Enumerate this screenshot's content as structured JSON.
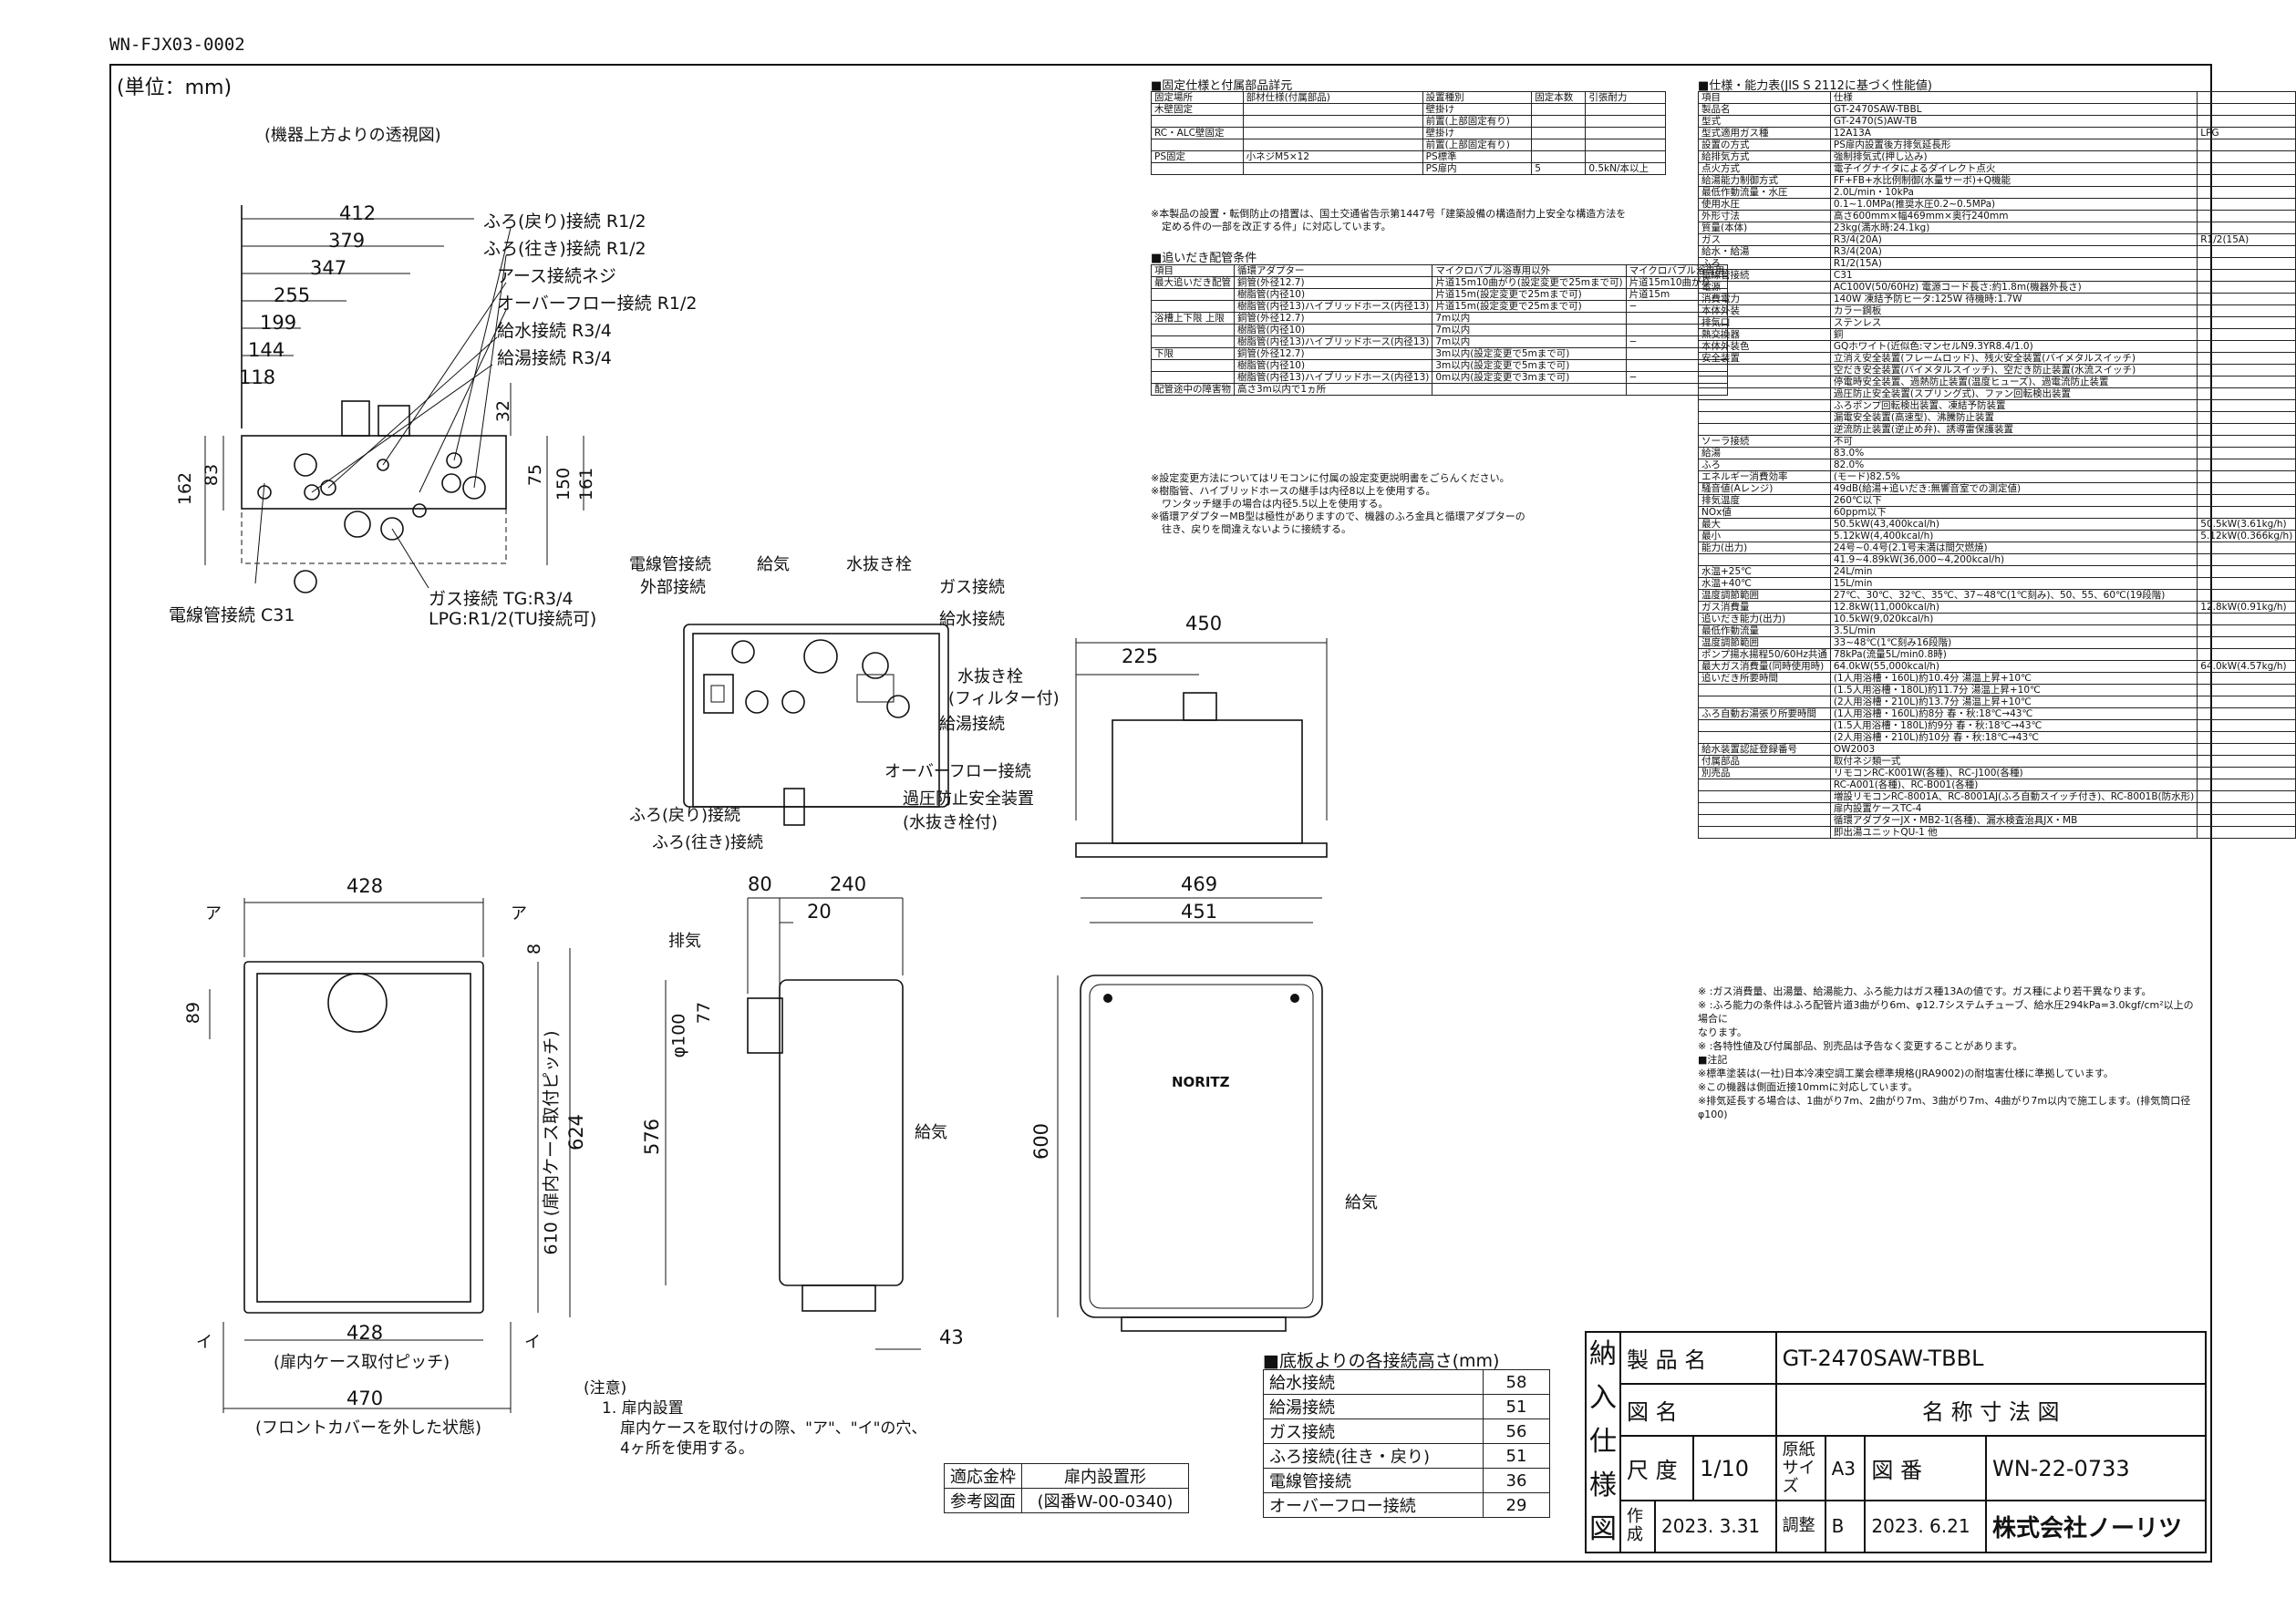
{
  "doc_code": "WN-FJX03-0002",
  "unit": "(単位：mm)",
  "top_view": {
    "caption": "(機器上方よりの透視図)",
    "dims": [
      "412",
      "379",
      "347",
      "255",
      "199",
      "144",
      "118"
    ],
    "labels": [
      "ふろ(戻り)接続 R1/2",
      "ふろ(往き)接続 R1/2",
      "アース接続ネジ",
      "オーバーフロー接続 R1/2",
      "給水接続 R3/4",
      "給湯接続 R3/4"
    ],
    "side_dims": [
      "162",
      "83",
      "32",
      "75",
      "150",
      "161"
    ],
    "bottom_left": "電線管接続 C31",
    "gas_tg": "ガス接続 TG:R3/4",
    "gas_lpg": "LPG:R1/2(TU接続可)"
  },
  "bottom_view": {
    "labels_left": [
      "電線管接続",
      "外部接続",
      "給気",
      "水抜き栓"
    ],
    "labels_right": [
      "ガス接続",
      "給水接続",
      "水抜き栓",
      "(フィルター付)",
      "給湯接続",
      "オーバーフロー接続",
      "過圧防止安全装置",
      "(水抜き栓付)"
    ],
    "labels_bottom": [
      "ふろ(戻り)接続",
      "ふろ(往き)接続"
    ]
  },
  "top_right": {
    "dims": [
      "450",
      "225"
    ]
  },
  "front_case": {
    "dims": [
      "428",
      "89",
      "8",
      "624",
      "610 (扉内ケース取付ピッチ)",
      "428",
      "(扉内ケース取付ピッチ)",
      "470",
      "(フロントカバーを外した状態)"
    ],
    "marks": [
      "ア",
      "ア",
      "イ",
      "イ"
    ]
  },
  "side_view": {
    "dims": [
      "80",
      "240",
      "20",
      "77",
      "φ100",
      "576",
      "43"
    ],
    "labels": [
      "排気",
      "給気"
    ]
  },
  "front_view": {
    "dims": [
      "469",
      "451",
      "600"
    ],
    "labels": [
      "給気"
    ],
    "brand": "NORITZ"
  },
  "notes": {
    "title": "(注意)",
    "lines": [
      "1. 扉内設置",
      "扉内ケースを取付けの際、\"ア\"、\"イ\"の穴、",
      "4ヶ所を使用する。"
    ]
  },
  "applicable": {
    "rows": [
      [
        "適応金枠",
        "扉内設置形"
      ],
      [
        "参考図面",
        "(図番W-00-0340)"
      ]
    ]
  },
  "heights": {
    "title": "■底板よりの各接続高さ(mm)",
    "rows": [
      [
        "給水接続",
        "58"
      ],
      [
        "給湯接続",
        "51"
      ],
      [
        "ガス接続",
        "56"
      ],
      [
        "ふろ接続(往き・戻り)",
        "51"
      ],
      [
        "電線管接続",
        "36"
      ],
      [
        "オーバーフロー接続",
        "29"
      ]
    ]
  },
  "fixing": {
    "title": "■固定仕様と付属部品詳元",
    "header": [
      "固定場所",
      "部材仕様(付属部品)",
      "設置種別",
      "固定本数",
      "引張耐力"
    ],
    "rows": [
      [
        "木壁固定",
        "",
        "壁掛け",
        "",
        ""
      ],
      [
        "",
        "",
        "前置(上部固定有り)",
        "",
        ""
      ],
      [
        "RC・ALC壁固定",
        "",
        "壁掛け",
        "",
        ""
      ],
      [
        "",
        "",
        "前置(上部固定有り)",
        "",
        ""
      ],
      [
        "PS固定",
        "小ネジM5×12",
        "PS標準",
        "",
        ""
      ],
      [
        "",
        "",
        "PS扉内",
        "5",
        "0.5kN/本以上"
      ]
    ],
    "note": [
      "※本製品の設置・転倒防止の措置は、国土交通省告示第1447号「建築設備の構造耐力上安全な構造方法を",
      "定める件の一部を改正する件」に対応しています。"
    ]
  },
  "piping": {
    "title": "■追いだき配管条件",
    "header": [
      "項目",
      "循環アダプター",
      "マイクロバブル浴専用以外",
      "マイクロバブル浴専用"
    ],
    "rows": [
      [
        "最大追いだき配管",
        "銅管(外径12.7)",
        "片道15m10曲がり(設定変更で25mまで可)",
        "片道15m10曲がり"
      ],
      [
        "",
        "樹脂管(内径10)",
        "片道15m(設定変更で25mまで可)",
        "片道15m"
      ],
      [
        "",
        "樹脂管(内径13)ハイブリッドホース(内径13)",
        "片道15m(設定変更で25mまで可)",
        "−"
      ],
      [
        "浴槽上下限 上限",
        "銅管(外径12.7)",
        "7m以内",
        ""
      ],
      [
        "",
        "樹脂管(内径10)",
        "7m以内",
        ""
      ],
      [
        "",
        "樹脂管(内径13)ハイブリッドホース(内径13)",
        "7m以内",
        "−"
      ],
      [
        "下限",
        "銅管(外径12.7)",
        "3m以内(設定変更で5mまで可)",
        ""
      ],
      [
        "",
        "樹脂管(内径10)",
        "3m以内(設定変更で5mまで可)",
        ""
      ],
      [
        "",
        "樹脂管(内径13)ハイブリッドホース(内径13)",
        "0m以内(設定変更で3mまで可)",
        "−"
      ],
      [
        "配管途中の障害物",
        "高さ3m以内で1ヵ所",
        "",
        ""
      ]
    ],
    "notes": [
      "※設定変更方法についてはリモコンに付属の設定変更説明書をごらんください。",
      "※樹脂管、ハイブリッドホースの継手は内径8以上を使用する。",
      "ワンタッチ継手の場合は内径5.5以上を使用する。",
      "※循環アダプターMB型は極性がありますので、機器のふろ金具と循環アダプターの",
      "往き、戻りを間違えないように接続する。"
    ]
  },
  "spec": {
    "title": "■仕様・能力表(JIS S 2112に基づく性能値)",
    "rows": [
      [
        "項目",
        "仕様",
        ""
      ],
      [
        "製品名",
        "GT-2470SAW-TBBL",
        ""
      ],
      [
        "型式",
        "GT-2470(S)AW-TB",
        ""
      ],
      [
        "型式適用ガス種",
        "12A13A",
        "LPG"
      ],
      [
        "設置の方式",
        "PS扉内設置後方排気延長形",
        ""
      ],
      [
        "給排気方式",
        "強制排気式(押し込み)",
        ""
      ],
      [
        "点火方式",
        "電子イグナイタによるダイレクト点火",
        ""
      ],
      [
        "給湯能力制御方式",
        "FF+FB+水比例制御(水量サーボ)+Q機能",
        ""
      ],
      [
        "最低作動流量・水圧",
        "2.0L/min・10kPa",
        ""
      ],
      [
        "使用水圧",
        "0.1~1.0MPa(推奨水圧0.2~0.5MPa)",
        ""
      ],
      [
        "外形寸法",
        "高さ600mm×幅469mm×奥行240mm",
        ""
      ],
      [
        "質量(本体)",
        "23kg(満水時:24.1kg)",
        ""
      ],
      [
        "ガス",
        "R3/4(20A)",
        "R1/2(15A)"
      ],
      [
        "給水・給湯",
        "R3/4(20A)",
        ""
      ],
      [
        "ふろ",
        "R1/2(15A)",
        ""
      ],
      [
        "電線管接続",
        "C31",
        ""
      ],
      [
        "電源",
        "AC100V(50/60Hz) 電源コード長さ:約1.8m(機器外長さ)",
        ""
      ],
      [
        "消費電力",
        "140W 凍結予防ヒータ:125W 待機時:1.7W",
        ""
      ],
      [
        "本体外装",
        "カラー鋼板",
        ""
      ],
      [
        "排気口",
        "ステンレス",
        ""
      ],
      [
        "熱交換器",
        "銅",
        ""
      ],
      [
        "本体外装色",
        "GQホワイト(近似色:マンセルN9.3YR8.4/1.0)",
        ""
      ],
      [
        "安全装置",
        "立消え安全装置(フレームロッド)、残火安全装置(バイメタルスイッチ)",
        ""
      ],
      [
        "",
        "空だき安全装置(バイメタルスイッチ)、空だき防止装置(水流スイッチ)",
        ""
      ],
      [
        "",
        "停電時安全装置、過熱防止装置(温度ヒューズ)、過電流防止装置",
        ""
      ],
      [
        "",
        "過圧防止安全装置(スプリング式)、ファン回転検出装置",
        ""
      ],
      [
        "",
        "ふろポンプ回転検出装置、凍結予防装置",
        ""
      ],
      [
        "",
        "漏電安全装置(高速型)、沸騰防止装置",
        ""
      ],
      [
        "",
        "逆流防止装置(逆止め弁)、誘導雷保護装置",
        ""
      ],
      [
        "ソーラ接続",
        "不可",
        ""
      ],
      [
        "給湯",
        "83.0%",
        ""
      ],
      [
        "ふろ",
        "82.0%",
        ""
      ],
      [
        "エネルギー消費効率",
        "(モード)82.5%",
        ""
      ],
      [
        "騒音値(Aレンジ)",
        "49dB(給湯+追いだき:無響音室での測定値)",
        ""
      ],
      [
        "排気温度",
        "260℃以下",
        ""
      ],
      [
        "NOx値",
        "60ppm以下",
        ""
      ],
      [
        "最大",
        "50.5kW(43,400kcal/h)",
        "50.5kW(3.61kg/h)"
      ],
      [
        "最小",
        "5.12kW(4,400kcal/h)",
        "5.12kW(0.366kg/h)"
      ],
      [
        "能力(出力)",
        "24号~0.4号(2.1号未満は間欠燃焼)",
        ""
      ],
      [
        "",
        "41.9~4.89kW(36,000~4,200kcal/h)",
        ""
      ],
      [
        "水温+25℃",
        "24L/min",
        ""
      ],
      [
        "水温+40℃",
        "15L/min",
        ""
      ],
      [
        "温度調節範囲",
        "27℃、30℃、32℃、35℃、37~48℃(1℃刻み)、50、55、60℃(19段階)",
        ""
      ],
      [
        "ガス消費量",
        "12.8kW(11,000kcal/h)",
        "12.8kW(0.91kg/h)"
      ],
      [
        "追いだき能力(出力)",
        "10.5kW(9,020kcal/h)",
        ""
      ],
      [
        "最低作動流量",
        "3.5L/min",
        ""
      ],
      [
        "温度調節範囲",
        "33~48℃(1℃刻み16段階)",
        ""
      ],
      [
        "ポンプ揚水揚程50/60Hz共通",
        "78kPa(流量5L/min0.8時)",
        ""
      ],
      [
        "最大ガス消費量(同時使用時)",
        "64.0kW(55,000kcal/h)",
        "64.0kW(4.57kg/h)"
      ],
      [
        "追いだき所要時間",
        "(1人用浴槽・160L)約10.4分 湯温上昇+10℃",
        ""
      ],
      [
        "",
        "(1.5人用浴槽・180L)約11.7分 湯温上昇+10℃",
        ""
      ],
      [
        "",
        "(2人用浴槽・210L)約13.7分 湯温上昇+10℃",
        ""
      ],
      [
        "ふろ自動お湯張り所要時間",
        "(1人用浴槽・160L)約8分 春・秋:18℃→43℃",
        ""
      ],
      [
        "",
        "(1.5人用浴槽・180L)約9分 春・秋:18℃→43℃",
        ""
      ],
      [
        "",
        "(2人用浴槽・210L)約10分 春・秋:18℃→43℃",
        ""
      ],
      [
        "給水装置認証登録番号",
        "OW2003",
        ""
      ],
      [
        "付属部品",
        "取付ネジ類一式",
        ""
      ],
      [
        "別売品",
        "リモコンRC-K001W(各種)、RC-J100(各種)",
        ""
      ],
      [
        "",
        "RC-A001(各種)、RC-B001(各種)",
        ""
      ],
      [
        "",
        "増設リモコンRC-8001A、RC-8001AJ(ふろ自動スイッチ付き)、RC-8001B(防水形)",
        ""
      ],
      [
        "",
        "扉内設置ケースTC-4",
        ""
      ],
      [
        "",
        "循環アダプターJX・MB2-1(各種)、漏水検査治具JX・MB",
        ""
      ],
      [
        "",
        "即出湯ユニットQU-1 他",
        ""
      ]
    ],
    "notes": [
      "※ :ガス消費量、出湯量、給湯能力、ふろ能力はガス種13Aの値です。ガス種により若干異なります。",
      "※ :ふろ能力の条件はふろ配管片道3曲がり6m、φ12.7システムチューブ、給水圧294kPa=3.0kgf/cm²以上の場合に",
      "    なります。",
      "※ :各特性値及び付属部品、別売品は予告なく変更することがあります。",
      "■注記",
      "※標準塗装は(一社)日本冷凍空調工業会標準規格(JRA9002)の耐塩害仕様に準拠しています。",
      "※この機器は側面近接10mmに対応しています。",
      "※排気延長する場合は、1曲がり7m、2曲がり7m、3曲がり7m、4曲がり7m以内で施工します。(排気筒口径φ100)"
    ]
  },
  "title_block": {
    "side": [
      "納",
      "入",
      "仕",
      "様",
      "図"
    ],
    "product_label": "製 品 名",
    "product": "GT-2470SAW-TBBL",
    "name_label": "図 名",
    "name": "名 称 寸 法 図",
    "scale_label": "尺 度",
    "scale": "1/10",
    "paper_label": "原紙サイズ",
    "paper": "A3",
    "no_label": "図 番",
    "no": "WN-22-0733",
    "made_label": "作成",
    "made": "2023. 3.31",
    "adj_label": "調整",
    "adj_rev": "B",
    "adj": "2023. 6.21",
    "company": "株式会社ノーリツ"
  }
}
